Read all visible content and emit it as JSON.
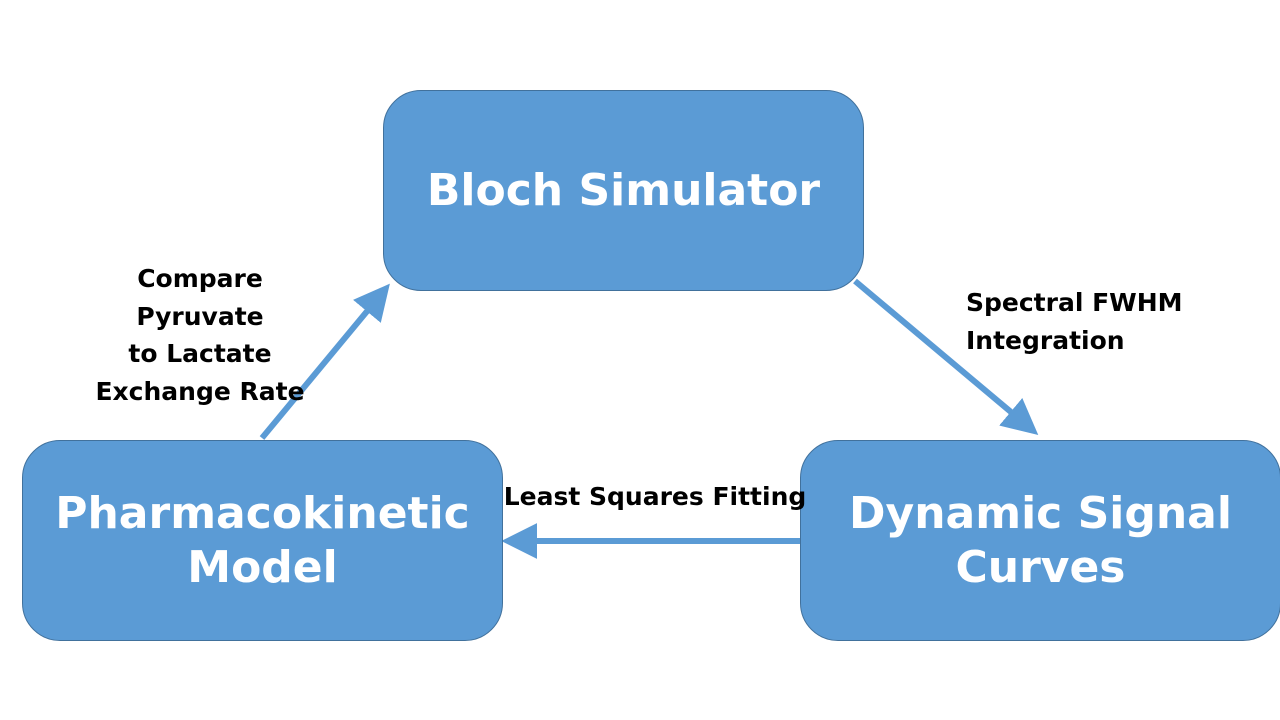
{
  "nodes": {
    "bloch": "Bloch Simulator",
    "pharmacokinetic": "Pharmacokinetic\nModel",
    "dynamic": "Dynamic Signal\nCurves"
  },
  "edges": {
    "compare": "Compare Pyruvate\nto Lactate\nExchange Rate",
    "spectral": "Spectral FWHM\nIntegration",
    "least_squares": "Least Squares Fitting"
  },
  "colors": {
    "node_fill": "#5b9bd5",
    "node_border": "#41719c",
    "arrow": "#5b9bd5",
    "text_on_node": "#ffffff",
    "edge_text": "#000000"
  }
}
